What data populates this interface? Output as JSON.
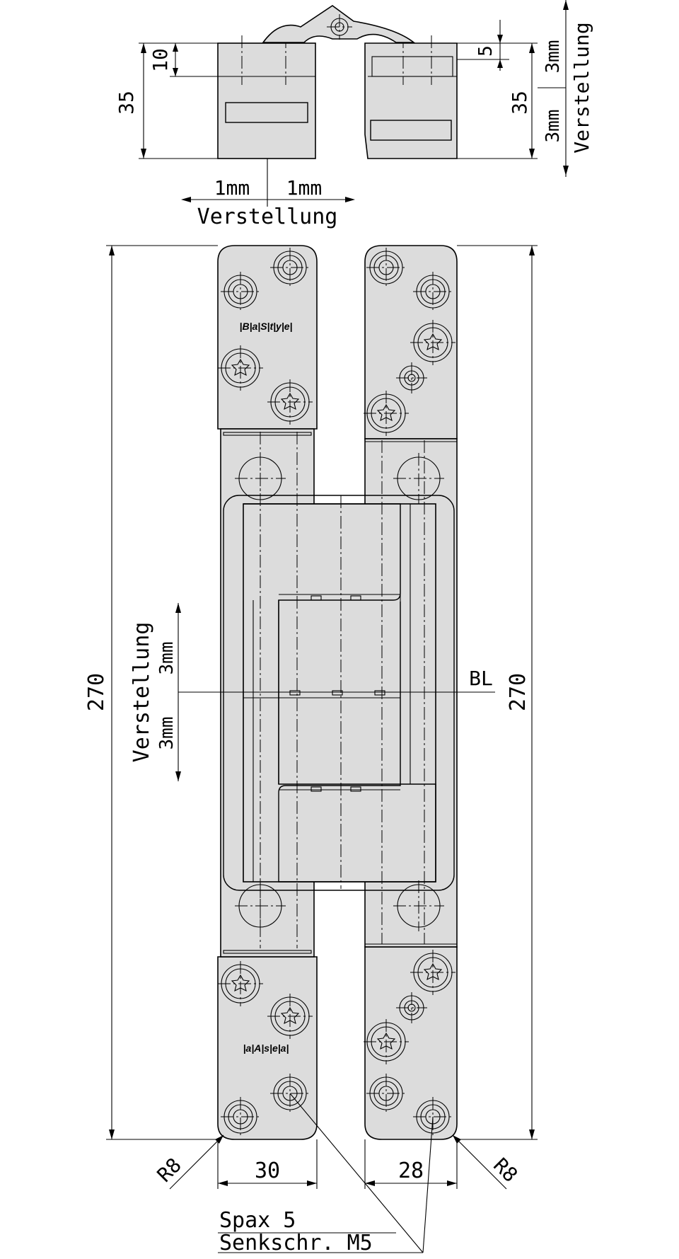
{
  "top_view": {
    "dim_left_height": "35",
    "dim_left_depth": "10",
    "dim_right_height": "35",
    "dim_right_depth": "5",
    "adjust_up": "3mm",
    "adjust_down": "3mm",
    "adjust_vertical_label": "Verstellung",
    "adjust_left": "1mm",
    "adjust_right": "1mm",
    "adjust_horizontal_label": "Verstellung"
  },
  "front_view": {
    "height_left": "270",
    "height_right": "270",
    "adjust_label": "Verstellung",
    "adjust_up": "3mm",
    "adjust_down": "3mm",
    "bl_label": "BL",
    "logo_top": "|B|a|S|t|y|e|",
    "logo_bottom": "|a|A|s|e|a|",
    "radius_left": "R8",
    "radius_right": "R8",
    "width_left": "30",
    "width_right": "28",
    "screw_line1": "Spax 5",
    "screw_line2": "Senkschr. M5"
  }
}
